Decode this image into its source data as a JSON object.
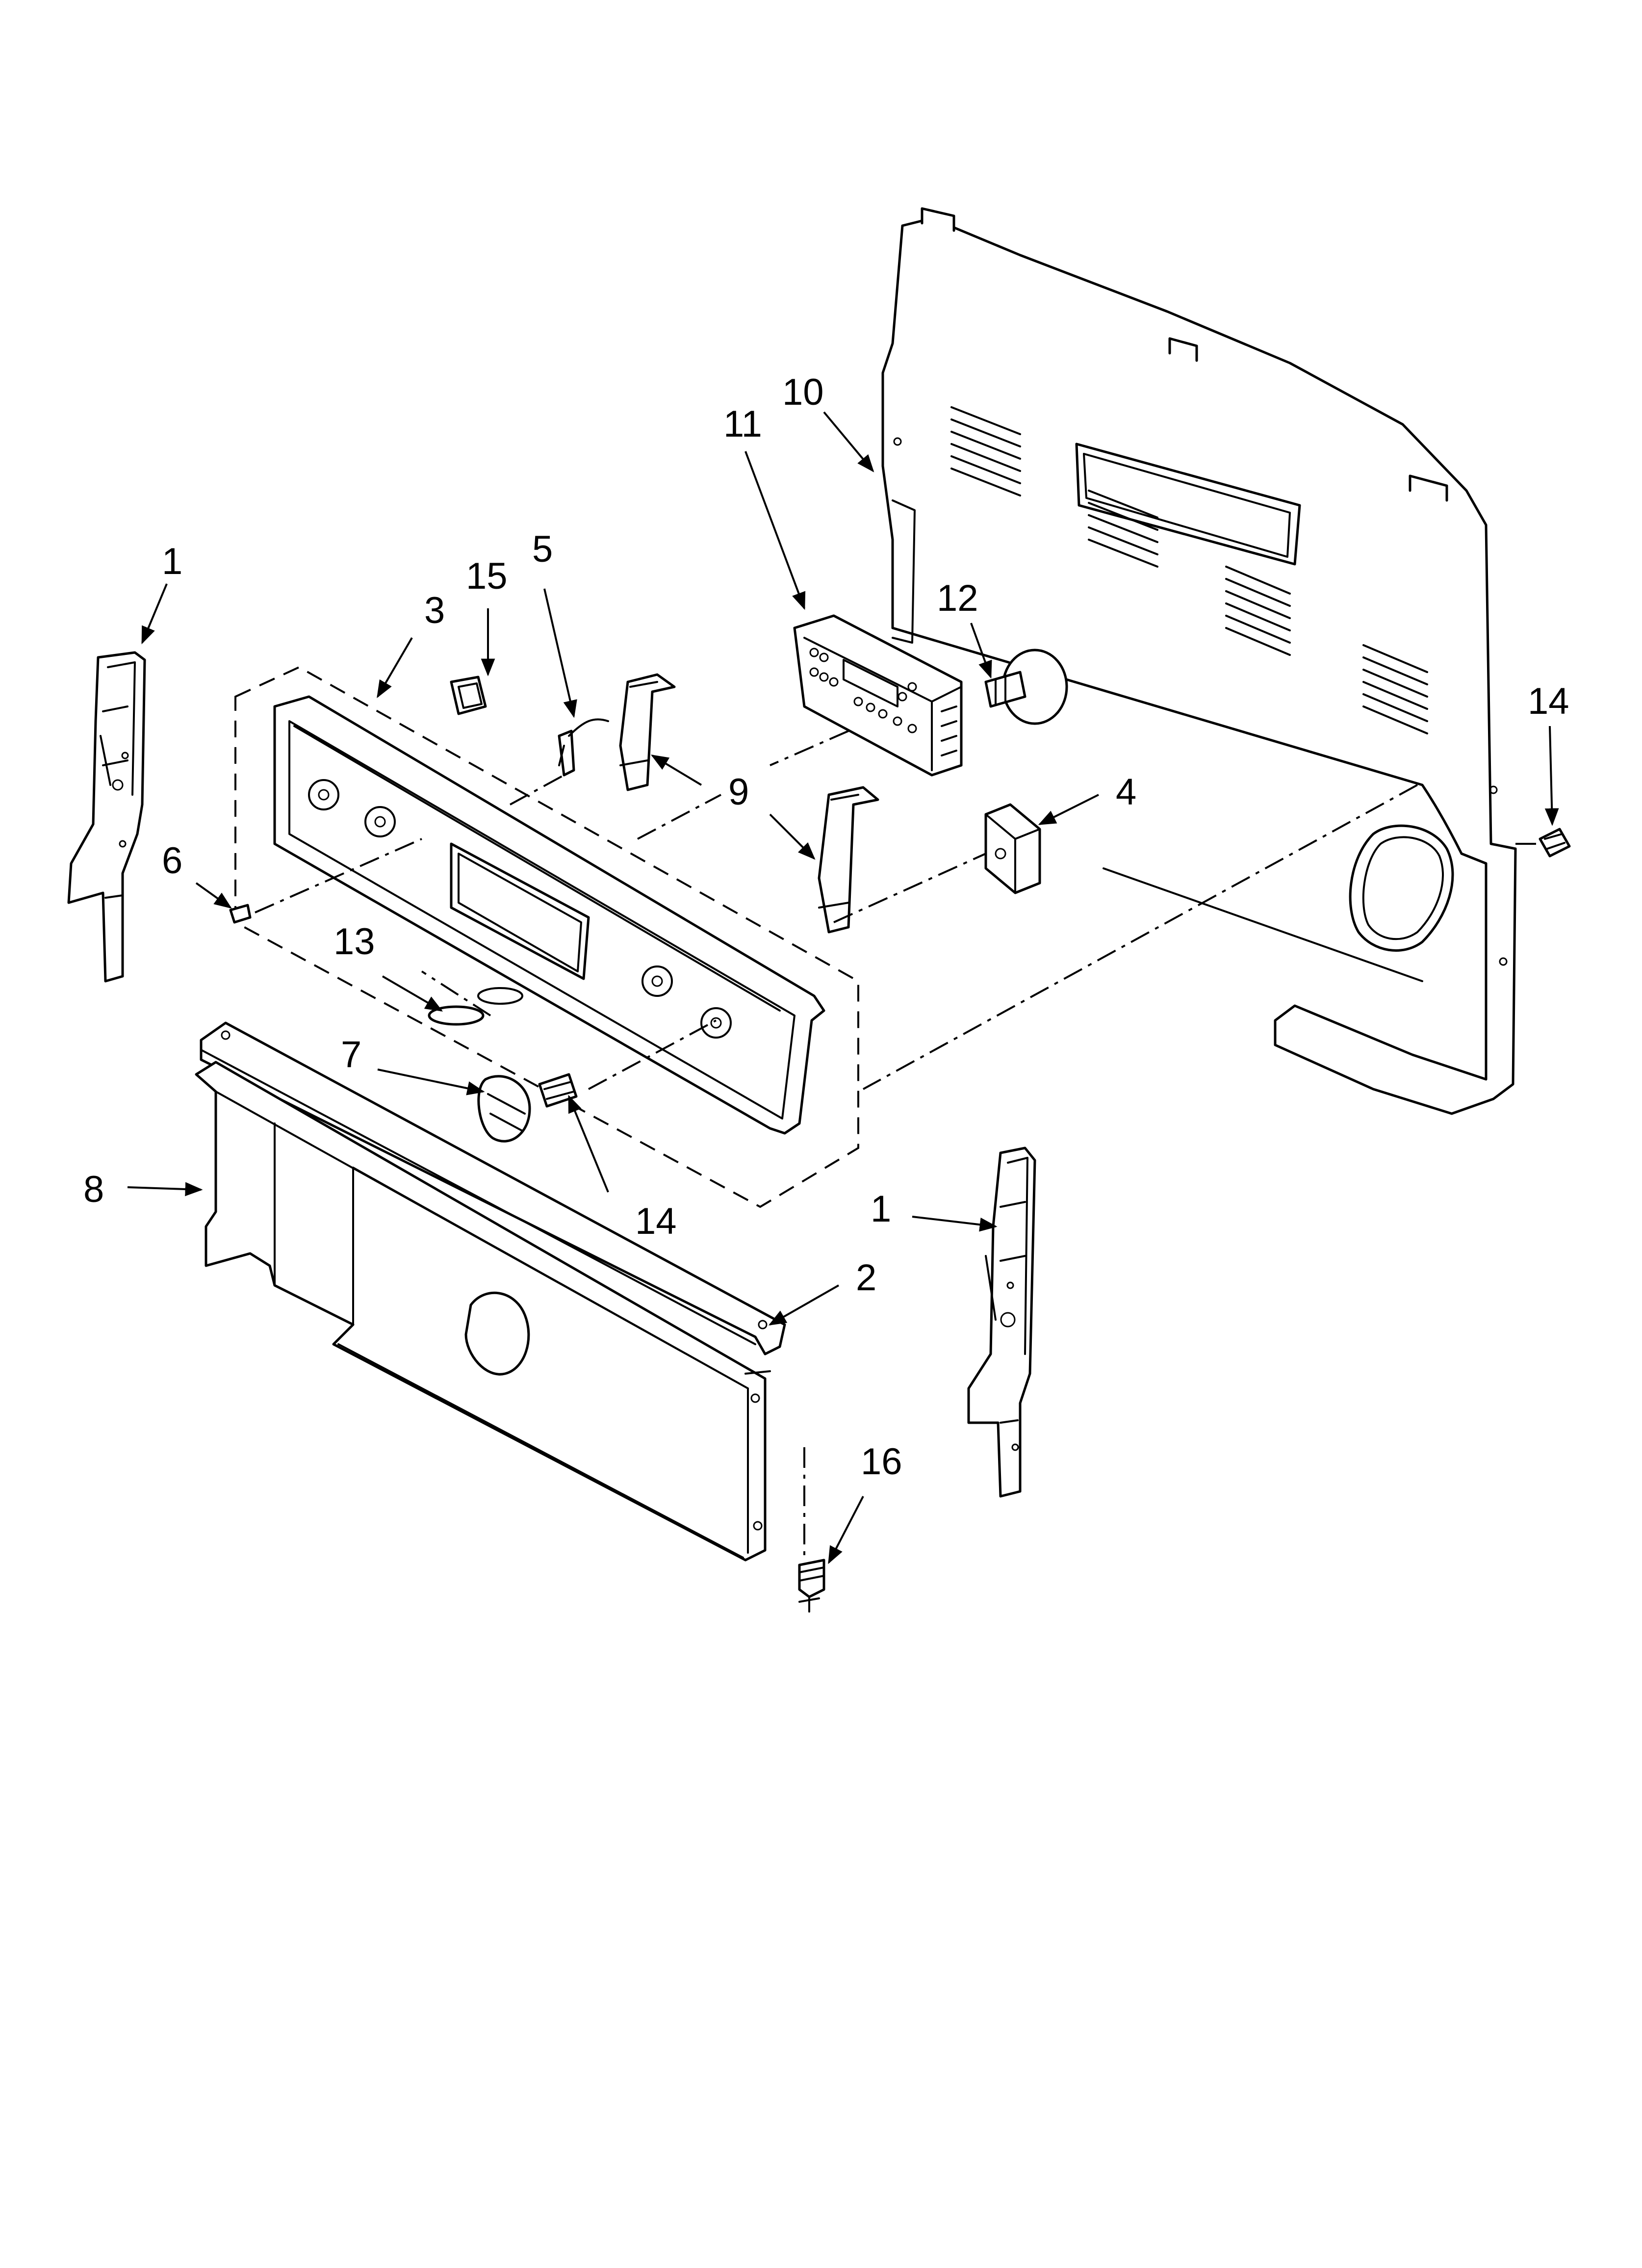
{
  "callouts": [
    {
      "id": "c1a",
      "label": "1"
    },
    {
      "id": "c1b",
      "label": "1"
    },
    {
      "id": "c2",
      "label": "2"
    },
    {
      "id": "c3",
      "label": "3"
    },
    {
      "id": "c4",
      "label": "4"
    },
    {
      "id": "c5",
      "label": "5"
    },
    {
      "id": "c6",
      "label": "6"
    },
    {
      "id": "c7",
      "label": "7"
    },
    {
      "id": "c8",
      "label": "8"
    },
    {
      "id": "c9",
      "label": "9"
    },
    {
      "id": "c10",
      "label": "10"
    },
    {
      "id": "c11",
      "label": "11"
    },
    {
      "id": "c12",
      "label": "12"
    },
    {
      "id": "c13",
      "label": "13"
    },
    {
      "id": "c14a",
      "label": "14"
    },
    {
      "id": "c14b",
      "label": "14"
    },
    {
      "id": "c15",
      "label": "15"
    },
    {
      "id": "c16",
      "label": "16"
    }
  ]
}
